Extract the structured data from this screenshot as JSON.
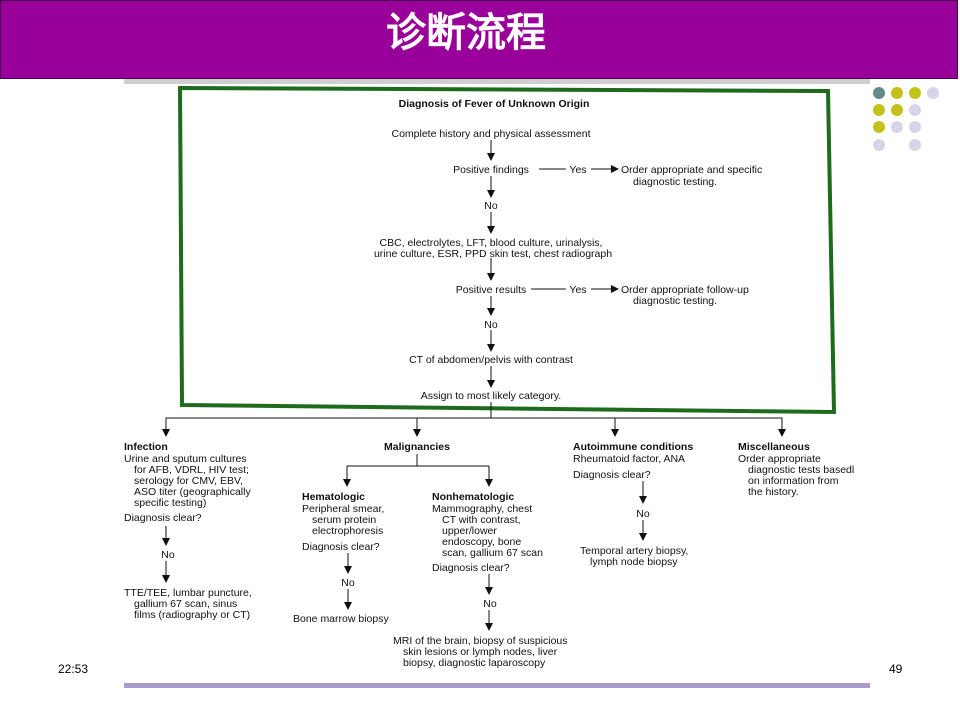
{
  "slide": {
    "title": "诊断流程",
    "time": "22:53",
    "page_number": "49"
  },
  "colors": {
    "title_bg": "#990099",
    "frame": "#1e6b1e",
    "dot_teal": "#5f8b8b",
    "dot_olive": "#c2c21a",
    "dot_lilac": "#d6d6e8"
  },
  "diagram": {
    "title": "Diagnosis of Fever of Unknown Origin",
    "step_history": "Complete history and physical assessment",
    "step_positive_findings": "Positive findings",
    "yes1": "Yes",
    "order_specific": [
      "Order appropriate and specific",
      "diagnostic testing."
    ],
    "no1": "No",
    "step_labs": [
      "CBC, electrolytes, LFT, blood culture, urinalysis,",
      "urine culture, ESR, PPD skin test, chest radiograph"
    ],
    "step_positive_results": "Positive results",
    "yes2": "Yes",
    "order_followup": [
      "Order appropriate follow-up",
      "diagnostic testing."
    ],
    "no2": "No",
    "step_ct": "CT of abdomen/pelvis with contrast",
    "step_assign": "Assign to most likely category.",
    "infection": {
      "heading": "Infection",
      "tests": [
        "Urine and sputum cultures",
        "for AFB, VDRL, HIV test;",
        "serology for CMV, EBV,",
        "ASO titer (geographically",
        "specific testing)"
      ],
      "question": "Diagnosis clear?",
      "no": "No",
      "next": [
        "TTE/TEE, lumbar puncture,",
        "gallium 67 scan, sinus",
        "films (radiography or CT)"
      ]
    },
    "malignancies": {
      "heading": "Malignancies",
      "hematologic": {
        "heading": "Hematologic",
        "tests": [
          "Peripheral smear,",
          "serum protein",
          "electrophoresis"
        ],
        "question": "Diagnosis clear?",
        "no": "No",
        "next": "Bone marrow biopsy"
      },
      "nonhematologic": {
        "heading": "Nonhematologic",
        "tests": [
          "Mammography, chest",
          "CT with contrast,",
          "upper/lower",
          "endoscopy, bone",
          "scan, gallium 67 scan"
        ],
        "question": "Diagnosis clear?",
        "no": "No",
        "next": [
          "MRI of the brain, biopsy of suspicious",
          "skin lesions or lymph nodes, liver",
          "biopsy, diagnostic laparoscopy"
        ]
      }
    },
    "autoimmune": {
      "heading": "Autoimmune conditions",
      "tests": "Rheumatoid factor, ANA",
      "question": "Diagnosis clear?",
      "no": "No",
      "next": [
        "Temporal artery biopsy,",
        "lymph node biopsy"
      ]
    },
    "miscellaneous": {
      "heading": "Miscellaneous",
      "text": [
        "Order appropriate",
        "diagnostic tests basedl",
        "on information from",
        "the history."
      ]
    }
  }
}
